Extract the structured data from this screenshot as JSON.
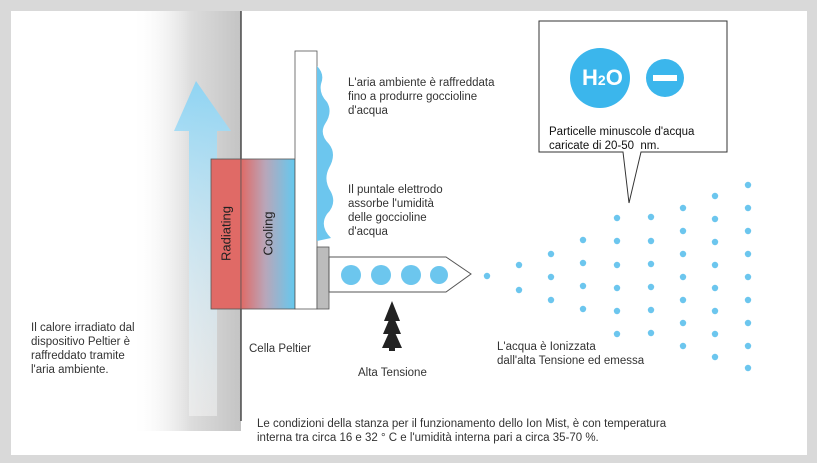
{
  "labels": {
    "radiating": "Radiating",
    "cooling": "Cooling",
    "cooled_air": "L'aria ambiente è raffreddata\nfino a produrre goccioline\nd'acqua",
    "electrode": "Il puntale elettrodo\nassorbe l'umidità\ndelle goccioline\nd'acqua",
    "heat_radiated": "Il calore irradiato dal\ndispositivo Peltier è\nraffreddato tramite\nl'aria ambiente.",
    "peltier_cell": "Cella Peltier",
    "high_voltage": "Alta Tensione",
    "ionized_water": "L'acqua è Ionizzata\ndall'alta Tensione ed emessa",
    "particles": "Particelle minuscole d'acqua\ncaricate di 20-50  nm.",
    "conditions": "Le condizioni della stanza per il funzionamento dello Ion Mist, è con temperatura\ninterna tra circa 16 e 32 ° C e l'umidità interna pari a circa 35-70 %."
  },
  "bubble": {
    "h2o_main": "H",
    "h2o_sub": "2",
    "h2o_end": "O"
  },
  "colors": {
    "background": "#d9d9d9",
    "panel": "#ffffff",
    "radiating": "#e06a66",
    "cooling": "#64c9ef",
    "droplet": "#6cc6ee",
    "arrow": "#a7dcf4",
    "h2o": "#3bb6ec"
  }
}
